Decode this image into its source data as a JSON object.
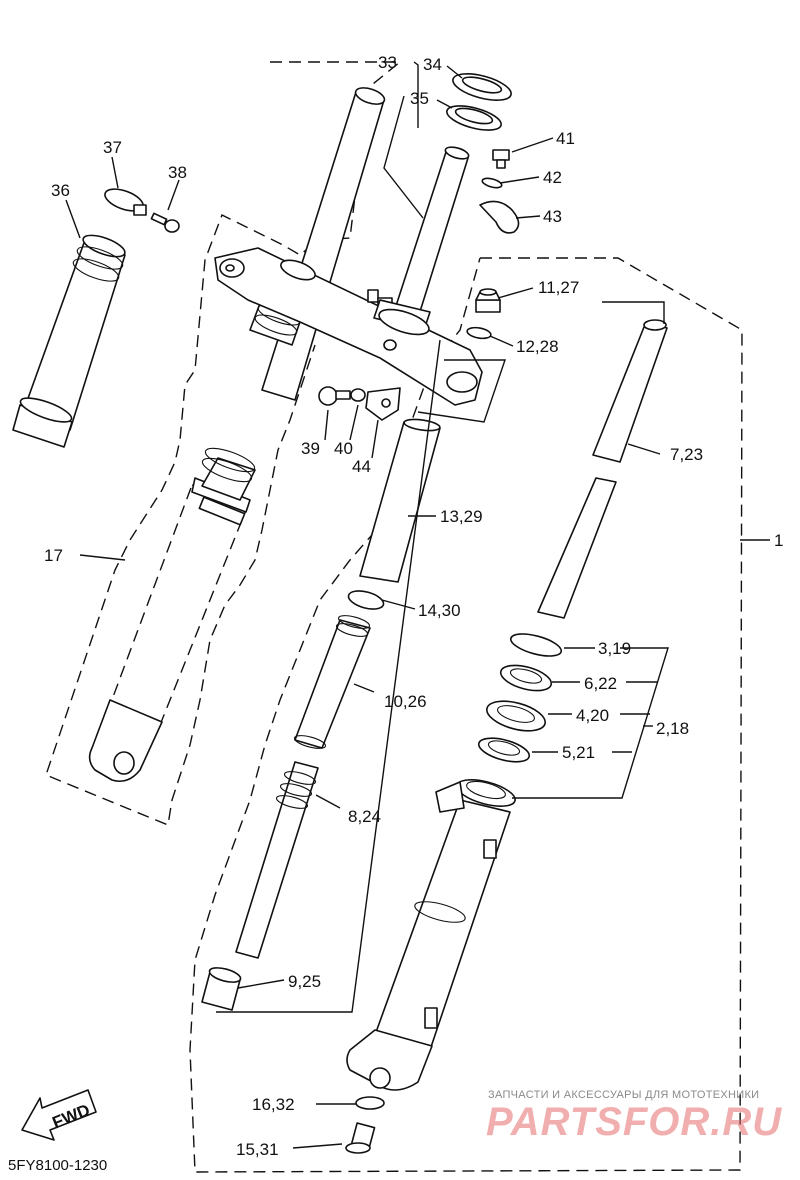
{
  "diagram_code": "5FY8100-1230",
  "direction_arrow_text": "FWD",
  "watermark": {
    "caption": "ЗАПЧАСТИ И АКСЕССУАРЫ ДЛЯ МОТОТЕХНИКИ",
    "brand": "PARTSFOR.RU"
  },
  "callouts": {
    "c1": "1",
    "c2_18": "2,18",
    "c3_19": "3,19",
    "c4_20": "4,20",
    "c5_21": "5,21",
    "c6_22": "6,22",
    "c7_23": "7,23",
    "c8_24": "8,24",
    "c9_25": "9,25",
    "c10_26": "10,26",
    "c11_27": "11,27",
    "c12_28": "12,28",
    "c13_29": "13,29",
    "c14_30": "14,30",
    "c15_31": "15,31",
    "c16_32": "16,32",
    "c17": "17",
    "c33": "33",
    "c34": "34",
    "c35": "35",
    "c36": "36",
    "c37": "37",
    "c38": "38",
    "c39": "39",
    "c40": "40",
    "c41": "41",
    "c42": "42",
    "c43": "43",
    "c44": "44"
  }
}
